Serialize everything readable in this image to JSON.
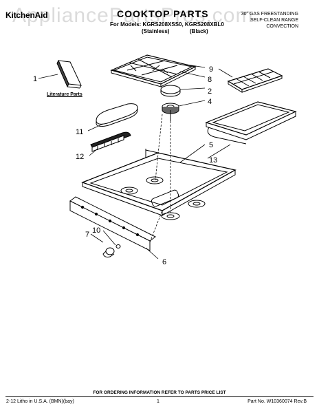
{
  "header": {
    "brand": "KitchenAid",
    "watermark": "AppliancePartsPros.com",
    "title": "COOKTOP PARTS",
    "models_line": "For Models: KGRS208XSS0, KGRS208XBL0",
    "variant_stainless": "(Stainless)",
    "variant_black": "(Black)",
    "range_line1": "30\" GAS FREESTANDING",
    "range_line2": "SELF-CLEAN RANGE",
    "range_line3": "CONVECTION"
  },
  "literature_label": "Literature Parts",
  "callouts": [
    "1",
    "2",
    "4",
    "5",
    "6",
    "7",
    "8",
    "9",
    "10",
    "11",
    "12",
    "13"
  ],
  "footer": {
    "note": "FOR ORDERING INFORMATION REFER TO PARTS PRICE LIST",
    "litho": "2-12 Litho in U.S.A. (BMN)(bay)",
    "page": "1",
    "part_no": "Part No. W10360074 Rev.B"
  }
}
